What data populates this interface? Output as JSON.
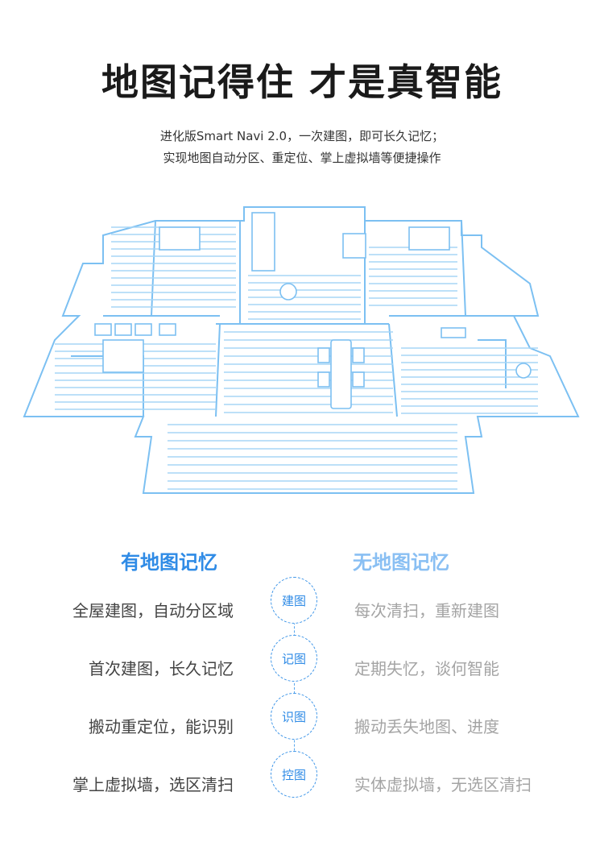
{
  "header": {
    "title": "地图记得住 才是真智能",
    "subtitle_line1": "进化版Smart Navi 2.0，一次建图，即可长久记忆；",
    "subtitle_line2": "实现地图自动分区、重定位、掌上虚拟墙等便捷操作"
  },
  "comparison": {
    "left_heading": "有地图记忆",
    "right_heading": "无地图记忆",
    "rows": [
      {
        "badge": "建图",
        "left": "全屋建图，自动分区域",
        "right": "每次清扫，重新建图"
      },
      {
        "badge": "记图",
        "left": "首次建图，长久记忆",
        "right": "定期失忆，谈何智能"
      },
      {
        "badge": "识图",
        "left": "搬动重定位，能识别",
        "right": "搬动丢失地图、进度"
      },
      {
        "badge": "控图",
        "left": "掌上虚拟墙，选区清扫",
        "right": "实体虚拟墙，无选区清扫"
      }
    ]
  },
  "colors": {
    "accent": "#2f8be6",
    "accent_light": "#89bff3",
    "map_line": "#7cc0f2",
    "map_fill": "#eef7fe"
  }
}
